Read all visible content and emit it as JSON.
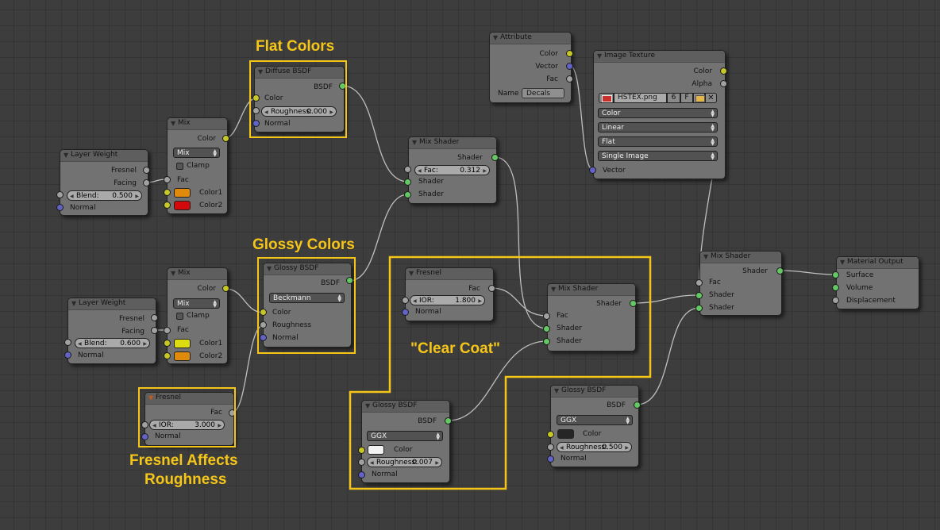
{
  "annotations": {
    "flat_colors": "Flat Colors",
    "glossy_colors": "Glossy Colors",
    "fresnel_affects_line1": "Fresnel Affects",
    "fresnel_affects_line2": "Roughness",
    "clear_coat": "\"Clear Coat\""
  },
  "nodes": {
    "layer_weight_1": {
      "title": "Layer Weight",
      "out_fresnel": "Fresnel",
      "out_facing": "Facing",
      "blend_label": "Blend:",
      "blend_value": "0.500",
      "in_normal": "Normal"
    },
    "layer_weight_2": {
      "title": "Layer Weight",
      "out_fresnel": "Fresnel",
      "out_facing": "Facing",
      "blend_label": "Blend:",
      "blend_value": "0.600",
      "in_normal": "Normal"
    },
    "mix_1": {
      "title": "Mix",
      "out_color": "Color",
      "blend_mode": "Mix",
      "clamp": "Clamp",
      "in_fac": "Fac",
      "in_color1": "Color1",
      "in_color2": "Color2",
      "color1_hex": "#e08a0c",
      "color2_hex": "#d40a0a"
    },
    "mix_2": {
      "title": "Mix",
      "out_color": "Color",
      "blend_mode": "Mix",
      "clamp": "Clamp",
      "in_fac": "Fac",
      "in_color1": "Color1",
      "in_color2": "Color2",
      "color1_hex": "#dcdc10",
      "color2_hex": "#e08a0c"
    },
    "diffuse_bsdf": {
      "title": "Diffuse BSDF",
      "out_bsdf": "BSDF",
      "in_color": "Color",
      "roughness_label": "Roughness:",
      "roughness_value": "0.000",
      "in_normal": "Normal"
    },
    "glossy_bsdf_1": {
      "title": "Glossy BSDF",
      "out_bsdf": "BSDF",
      "distribution": "Beckmann",
      "in_color": "Color",
      "in_roughness": "Roughness",
      "in_normal": "Normal"
    },
    "fresnel_1": {
      "title": "Fresnel",
      "out_fac": "Fac",
      "ior_label": "IOR:",
      "ior_value": "3.000",
      "in_normal": "Normal"
    },
    "mix_shader_1": {
      "title": "Mix Shader",
      "out_shader": "Shader",
      "fac_label": "Fac:",
      "fac_value": "0.312",
      "in_shader1": "Shader",
      "in_shader2": "Shader"
    },
    "attribute": {
      "title": "Attribute",
      "out_color": "Color",
      "out_vector": "Vector",
      "out_fac": "Fac",
      "name_label": "Name",
      "name_value": "Decals"
    },
    "image_texture": {
      "title": "Image Texture",
      "out_color": "Color",
      "out_alpha": "Alpha",
      "image_name": "HSTEX.png",
      "users": "6",
      "fake_user": "F",
      "color_space": "Color",
      "interpolation": "Linear",
      "projection": "Flat",
      "source": "Single Image",
      "in_vector": "Vector"
    },
    "fresnel_2": {
      "title": "Fresnel",
      "out_fac": "Fac",
      "ior_label": "IOR:",
      "ior_value": "1.800",
      "in_normal": "Normal"
    },
    "mix_shader_2": {
      "title": "Mix Shader",
      "out_shader": "Shader",
      "in_fac": "Fac",
      "in_shader1": "Shader",
      "in_shader2": "Shader"
    },
    "glossy_bsdf_2": {
      "title": "Glossy BSDF",
      "out_bsdf": "BSDF",
      "distribution": "GGX",
      "in_color": "Color",
      "color_hex": "#f2f2f2",
      "roughness_label": "Roughness:",
      "roughness_value": "0.007",
      "in_normal": "Normal"
    },
    "glossy_bsdf_3": {
      "title": "Glossy BSDF",
      "out_bsdf": "BSDF",
      "distribution": "GGX",
      "in_color": "Color",
      "color_hex": "#262626",
      "roughness_label": "Roughness:",
      "roughness_value": "0.500",
      "in_normal": "Normal"
    },
    "mix_shader_3": {
      "title": "Mix Shader",
      "out_shader": "Shader",
      "in_fac": "Fac",
      "in_shader1": "Shader",
      "in_shader2": "Shader"
    },
    "material_output": {
      "title": "Material Output",
      "in_surface": "Surface",
      "in_volume": "Volume",
      "in_displacement": "Displacement"
    }
  },
  "colors": {
    "highlight": "#f5c518",
    "shader_socket": "#63c763",
    "color_socket": "#c7c729",
    "float_socket": "#a1a1a1",
    "vector_socket": "#6363c7"
  }
}
